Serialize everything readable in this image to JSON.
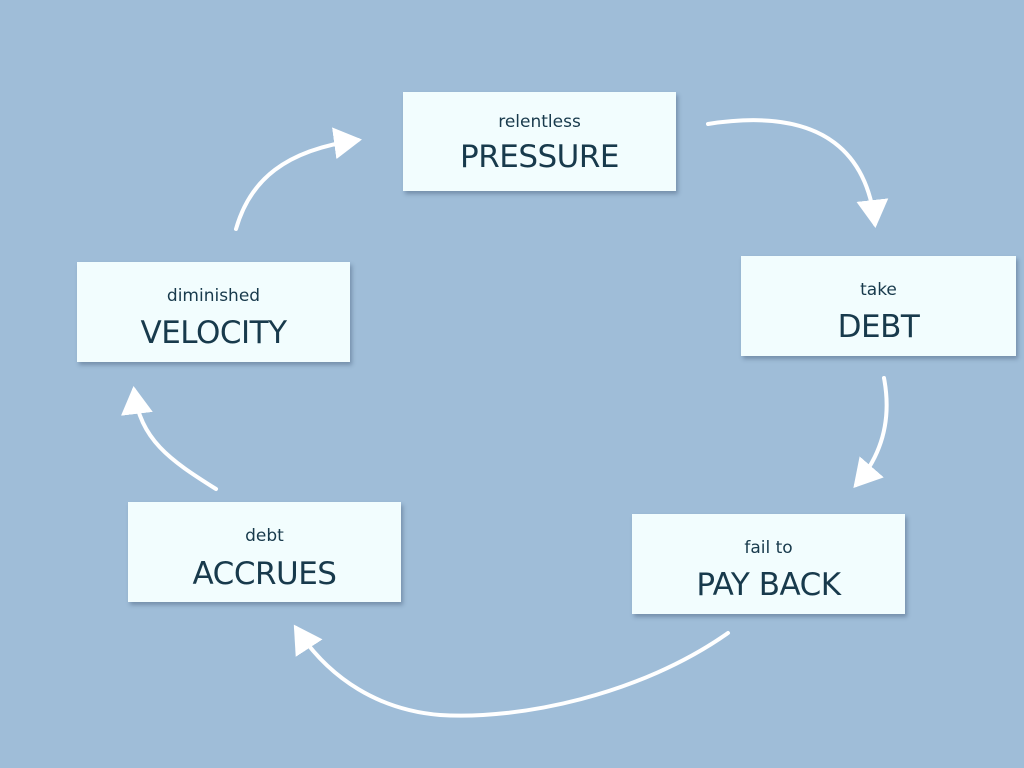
{
  "nodes": {
    "pressure": {
      "small": "relentless",
      "big": "PRESSURE"
    },
    "debt": {
      "small": "take",
      "big": "DEBT"
    },
    "pay_back": {
      "small": "fail to",
      "big": "PAY BACK"
    },
    "accrues": {
      "small": "debt",
      "big": "ACCRUES"
    },
    "velocity": {
      "small": "diminished",
      "big": "VELOCITY"
    }
  },
  "colors": {
    "background": "#9fbdd8",
    "box_fill": "#f2fdfe",
    "text": "#183a4c",
    "arrow": "#ffffff"
  }
}
